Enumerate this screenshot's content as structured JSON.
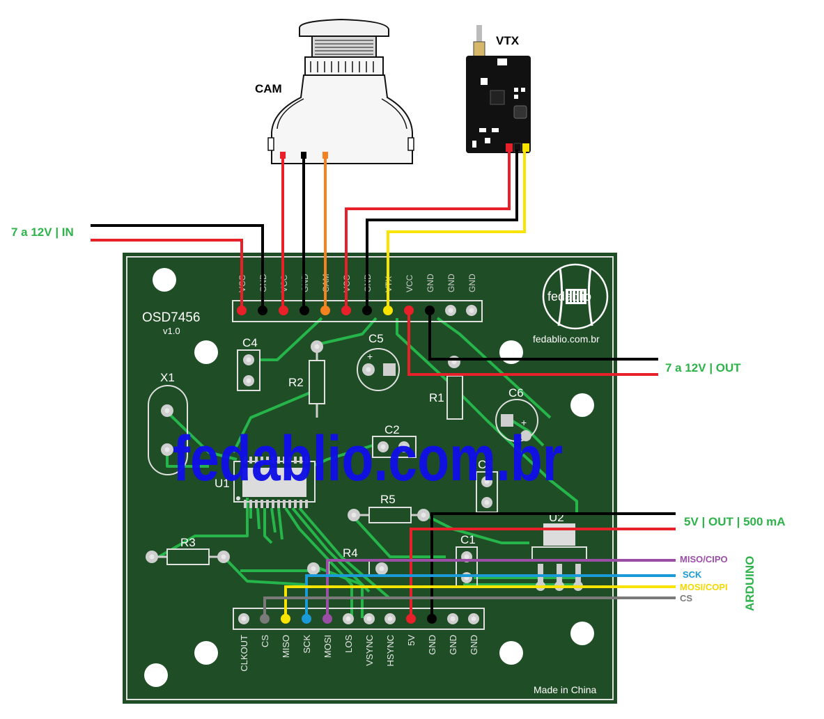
{
  "board": {
    "name": "OSD7456",
    "version": "v1.0",
    "made_in": "Made in China",
    "site": "fedablio.com.br",
    "logo_text": "fedablio",
    "watermark": "fedablio.com.br"
  },
  "modules": {
    "camera": "CAM",
    "vtx": "VTX"
  },
  "header_top": [
    "VCC",
    "GND",
    "VCC",
    "GND",
    "CAM",
    "VCC",
    "GND",
    "VTX",
    "VCC",
    "GND",
    "GND",
    "GND"
  ],
  "header_bottom": [
    "CLKOUT",
    "CS",
    "MISO",
    "SCK",
    "MOSI",
    "LOS",
    "VSYNC",
    "HSYNC",
    "5V",
    "GND",
    "GND",
    "GND"
  ],
  "components": {
    "c4": "C4",
    "c5": "C5",
    "c6": "C6",
    "c2": "C2",
    "c3": "C3",
    "c1": "C1",
    "r1": "R1",
    "r2": "R2",
    "r3": "R3",
    "r4": "R4",
    "r5": "R5",
    "x1": "X1",
    "u1": "U1",
    "u2": "U2"
  },
  "labels": {
    "power_in": "7 a 12V | IN",
    "power_out": "7 a 12V | OUT",
    "five_v_out": "5V | OUT | 500 mA",
    "miso": "MISO/CIPO",
    "sck": "SCK",
    "mosi": "MOSI/COPI",
    "cs": "CS",
    "arduino": "ARDUINO"
  },
  "colors": {
    "pcb": "#1f4d26",
    "trace": "#25b54a",
    "red": "#e8202a",
    "black": "#000000",
    "orange": "#f58220",
    "yellow": "#f9e400",
    "purple": "#9b4ea6",
    "blue": "#1a9ad6",
    "gray": "#7a7a7a",
    "label_green": "#2db34a",
    "watermark": "#1010e6"
  }
}
